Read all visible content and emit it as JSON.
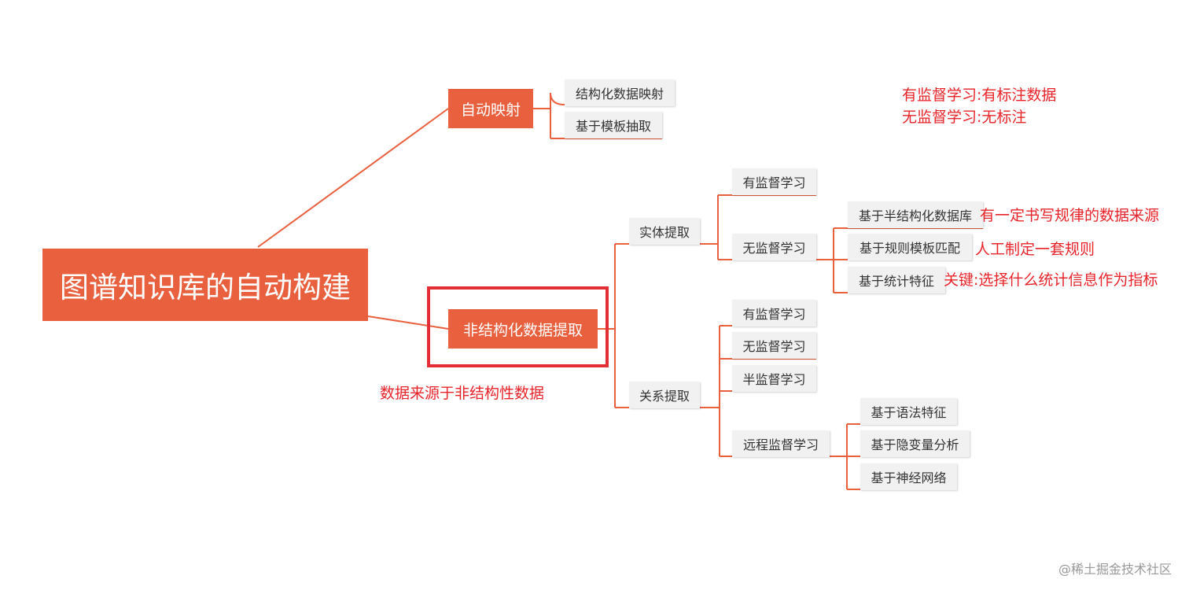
{
  "mindmap": {
    "root": "图谱知识库的自动构建",
    "auto_mapping": {
      "label": "自动映射",
      "children": [
        "结构化数据映射",
        "基于模板抽取"
      ]
    },
    "unstructured": {
      "label": "非结构化数据提取",
      "entity": {
        "label": "实体提取",
        "supervised": "有监督学习",
        "unsupervised": {
          "label": "无监督学习",
          "children": [
            "基于半结构化数据库",
            "基于规则模板匹配",
            "基于统计特征"
          ]
        }
      },
      "relation": {
        "label": "关系提取",
        "children": [
          "有监督学习",
          "无监督学习",
          "半监督学习"
        ],
        "distant": {
          "label": "远程监督学习",
          "children": [
            "基于语法特征",
            "基于隐变量分析",
            "基于神经网络"
          ]
        }
      }
    }
  },
  "annotations": {
    "supervised_def": "有监督学习:有标注数据",
    "unsupervised_def": "无监督学习:无标注",
    "semi_db": "有一定书写规律的数据来源",
    "rule": "人工制定一套规则",
    "stat": "关键:选择什么统计信息作为指标",
    "source": "数据来源于非结构性数据"
  },
  "watermark": "@稀土掘金技术社区",
  "colors": {
    "accent": "#e9603f",
    "note": "#e8242a",
    "line": "#e9603f"
  }
}
